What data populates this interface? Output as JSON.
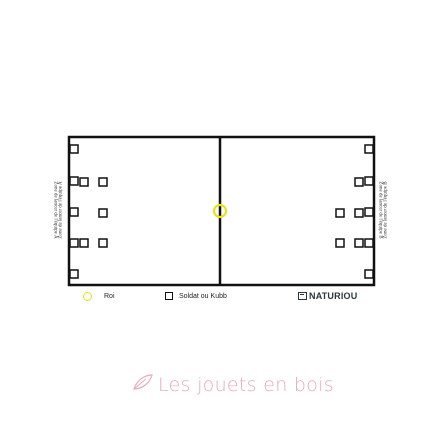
{
  "zones": {
    "team_a": "Zone de lancer de l'équipe A",
    "team_b": "Zone de lancer de l'équipe B"
  },
  "legend": {
    "roi": "Roi",
    "soldat": "Soldat ou Kubb"
  },
  "brand": "NATURIOU",
  "footer": {
    "text": "Les jouets en bois"
  },
  "colors": {
    "roi_outline": "#e8e21a",
    "line": "#111111",
    "footer_text": "#e8a9c0",
    "brand_text": "#2b3440"
  },
  "pieces": {
    "roi_count": 1,
    "kubbs_per_team": 10,
    "baseline_kubbs_per_team": 5,
    "field_kubbs_per_team": 5
  }
}
